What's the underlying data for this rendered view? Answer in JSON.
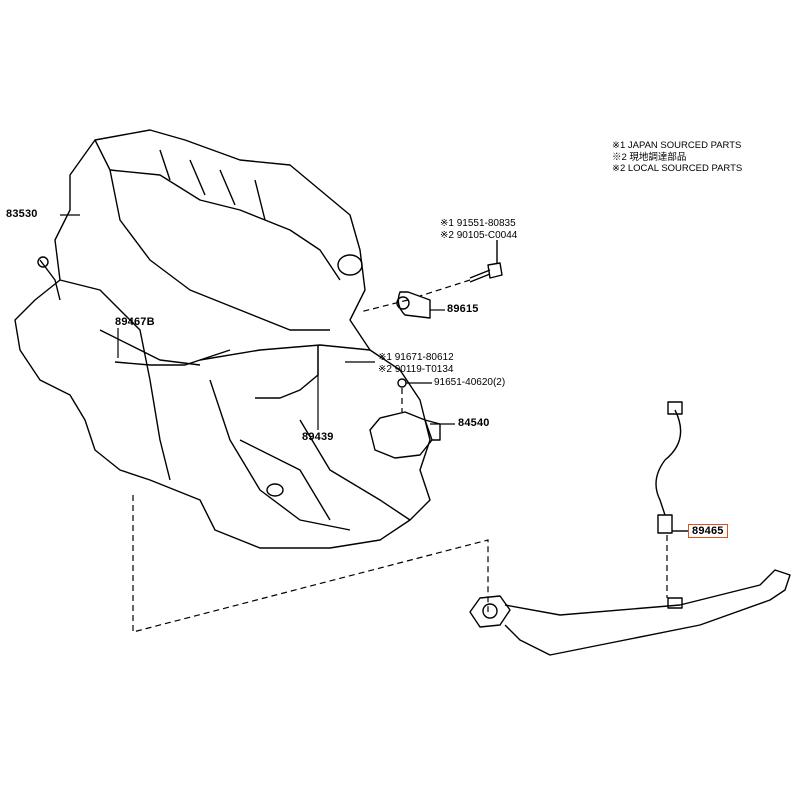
{
  "legend": {
    "japan_sourced": "※1 JAPAN SOURCED PARTS",
    "local_jp": "※2 現地調達部品",
    "local_sourced": "※2 LOCAL SOURCED PARTS"
  },
  "parts": {
    "p83530": "83530",
    "p89467b": "89467B",
    "p89439": "89439",
    "p89615": "89615",
    "p84540": "84540",
    "p89465": "89465",
    "bolt_89615_1": "※1 91551-80835",
    "bolt_89615_2": "※2 90105-C0044",
    "bolt_89439_1": "※1 91671-80612",
    "bolt_89439_2": "※2 90119-T0134",
    "bolt_84540": "91651-40620(2)"
  },
  "colors": {
    "highlight": "#e0501a"
  }
}
